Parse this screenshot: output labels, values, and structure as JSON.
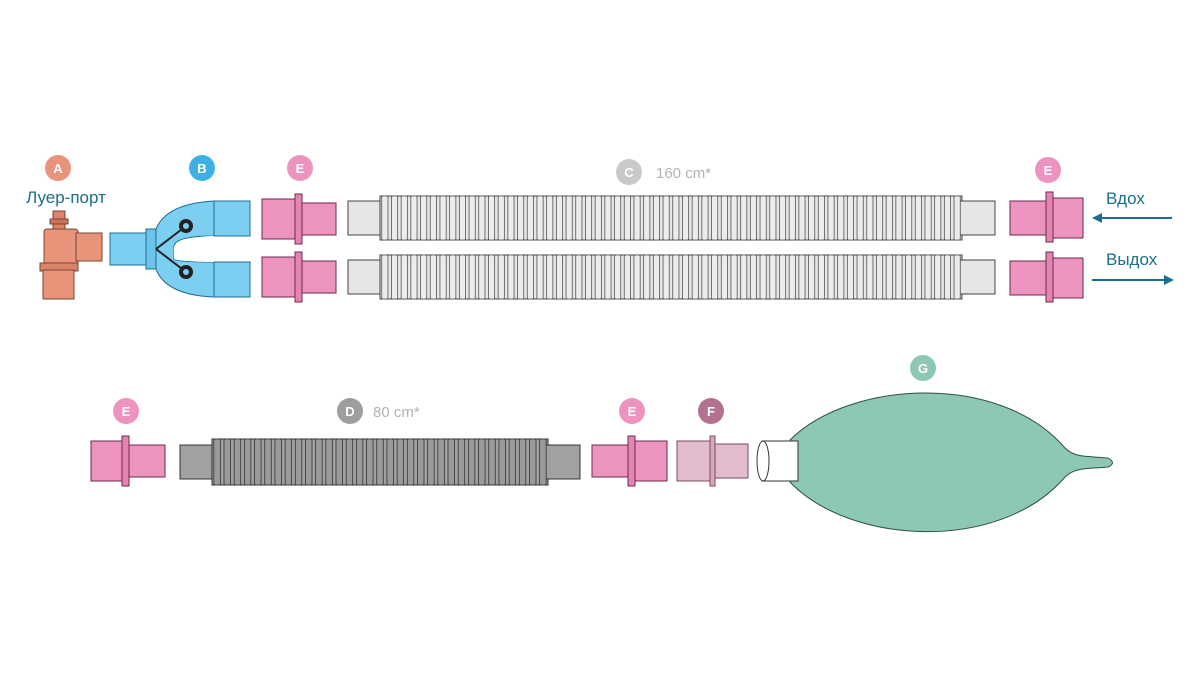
{
  "colors": {
    "A": "#e8947a",
    "B": "#3fb0e4",
    "C": "#c9c9c9",
    "D": "#9e9e9e",
    "E": "#ec93bf",
    "F": "#b3728f",
    "G": "#8dc8b5",
    "arrow": "#1a6f8a"
  },
  "badges": {
    "A": "A",
    "B": "B",
    "C": "C",
    "D": "D",
    "E1": "E",
    "E2": "E",
    "E3": "E",
    "E4": "E",
    "F": "F",
    "G": "G"
  },
  "labels": {
    "luer_port": "Луер-порт",
    "inhale": "Вдох",
    "exhale": "Выдох",
    "length_c": "160 cm*",
    "length_d": "80 cm*"
  }
}
